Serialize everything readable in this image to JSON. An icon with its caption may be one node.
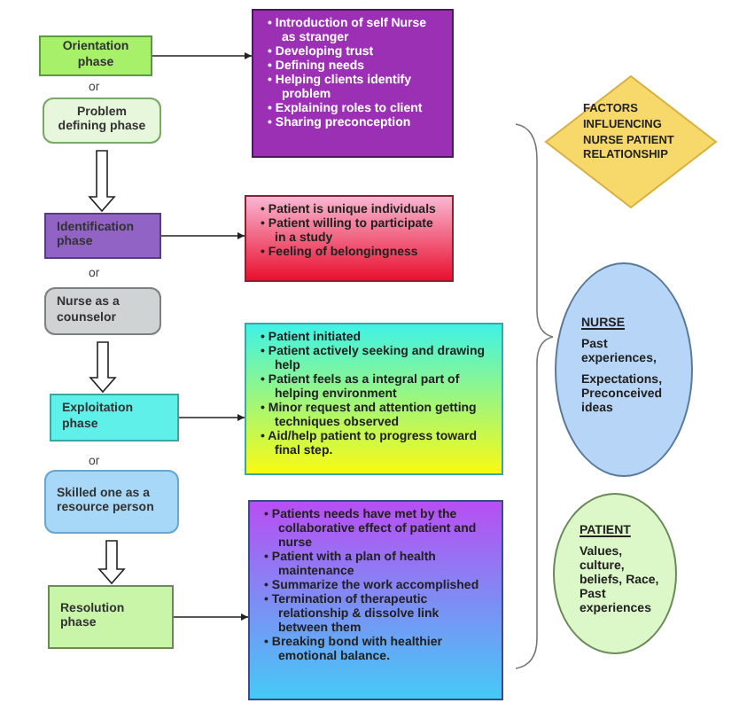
{
  "diagram": {
    "nodes": [
      {
        "text": [
          "Orientation phase"
        ]
      },
      {
        "text": [
          "Problem defining phase"
        ]
      },
      {
        "text": [
          "Identification phase"
        ]
      },
      {
        "text": [
          "Nurse as a counselor"
        ]
      },
      {
        "text": [
          "Exploitation phase"
        ]
      },
      {
        "text": [
          "Skilled one as a resource person"
        ]
      },
      {
        "text": [
          "Resolution phase"
        ]
      },
      {
        "text": [
          "• Introduction of self Nurse as stranger",
          "• Developing trust",
          "• Defining needs",
          "• Helping clients identify problem",
          "• Explaining roles to client",
          "• Sharing preconception"
        ]
      },
      {
        "text": [
          "• Patient is unique individuals",
          "• Patient willing to participate in a study",
          "• Feeling of belongingness"
        ]
      },
      {
        "text": [
          "• Patient initiated",
          "• Patient actively seeking and drawing help",
          "• Patient feels as a integral part of helping environment",
          "• Minor request and attention getting techniques observed",
          "• Aid/help patient to progress toward final step."
        ]
      },
      {
        "text": [
          "• Patients needs have met by the collaborative effect of patient and nurse",
          "• Patient with a plan of health maintenance",
          "• Summarize the work accomplished",
          "• Termination of therapeutic relationship & dissolve link between them",
          "• Breaking bond with healthier emotional balance."
        ]
      },
      {
        "text": [
          "FACTORS INFLUENCING NURSE PATIENT RELATIONSHIP"
        ]
      },
      {
        "text": [
          "NURSE",
          "Past experiences,",
          "Expectations, Preconceived ideas"
        ]
      },
      {
        "text": [
          "PATIENT",
          "Values, culture, beliefs, Race, Past experiences"
        ]
      }
    ],
    "edges": [
      {
        "from": 0,
        "to": 7,
        "arrow": "to"
      },
      {
        "from": 1,
        "to": 2,
        "arrow": "to",
        "style": "thick"
      },
      {
        "from": 2,
        "to": 8,
        "arrow": "to"
      },
      {
        "from": 3,
        "to": 4,
        "arrow": "to",
        "style": "thick"
      },
      {
        "from": 4,
        "to": 9,
        "arrow": "to"
      },
      {
        "from": 5,
        "to": 6,
        "arrow": "to",
        "style": "thick"
      },
      {
        "from": 6,
        "to": 10,
        "arrow": "to"
      }
    ],
    "labels": [
      "or",
      "or",
      "or"
    ]
  }
}
